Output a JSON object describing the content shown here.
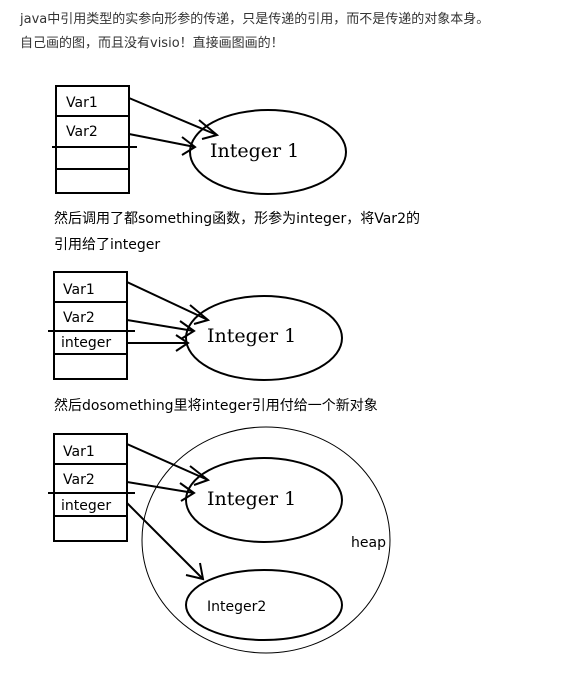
{
  "intro": {
    "line1": "java中引用类型的实参向形参的传递，只是传递的引用，而不是传递的对象本身。",
    "line2": "自己画的图，而且没有visio！直接画图画的！"
  },
  "figure1": {
    "stack_cells": [
      "Var1",
      "Var2",
      "",
      ""
    ],
    "object_label": "Integer 1"
  },
  "caption1": {
    "line1": "然后调用了都something函数，形参为integer，将Var2的",
    "line2": "引用给了integer"
  },
  "figure2": {
    "stack_cells": [
      "Var1",
      "Var2",
      "integer",
      ""
    ],
    "object_label": "Integer 1"
  },
  "caption2": {
    "line1": "然后dosomething里将integer引用付给一个新对象"
  },
  "figure3": {
    "stack_cells": [
      "Var1",
      "Var2",
      "integer",
      ""
    ],
    "object1_label": "Integer 1",
    "object2_label": "Integer2",
    "heap_label": "heap"
  }
}
